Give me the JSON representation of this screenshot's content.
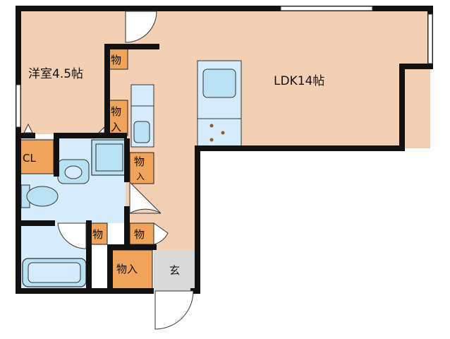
{
  "rooms": {
    "western_room": "洋室4.5帖",
    "ldk": "LDK14帖",
    "closet": "CL",
    "entrance": "玄"
  },
  "storage": {
    "bedroom_top": "物",
    "bedroom_closet_1": "物",
    "bedroom_closet_2": "入",
    "hall_storage_1": "物",
    "hall_storage_2": "入",
    "bath_storage_left": "物",
    "bath_storage_right": "物",
    "entry_storage": "物入"
  },
  "colors": {
    "room_floor": "#f3cfb4",
    "wet_area": "#d7ecfb",
    "storage": "#f0a35b",
    "entrance": "#d9d9d9",
    "wall": "#111111",
    "fixture": "#b9e2f5"
  }
}
